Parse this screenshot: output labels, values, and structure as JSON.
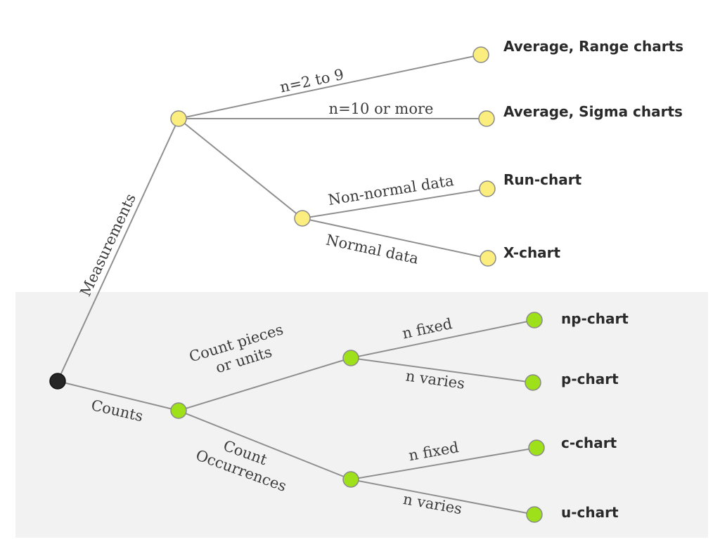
{
  "colors": {
    "measurement_node": "#fbee7e",
    "count_node": "#9ee01a",
    "root_node": "#262626",
    "count_panel": "#f2f2f2",
    "edge": "#8f8f8f"
  },
  "branches": {
    "measurements": "Measurements",
    "counts": "Counts"
  },
  "measurement_edges": {
    "n_2_to_9": "n=2 to 9",
    "n_10_or_more": "n=10 or more",
    "non_normal": "Non-normal data",
    "normal": "Normal data"
  },
  "count_edges": {
    "pieces_line1": "Count pieces",
    "pieces_line2": "or units",
    "occ_line1": "Count",
    "occ_line2": "Occurrences",
    "pieces_fixed": "n fixed",
    "pieces_varies": "n varies",
    "occ_fixed": "n fixed",
    "occ_varies": "n varies"
  },
  "charts": {
    "avg_range": "Average, Range charts",
    "avg_sigma": "Average, Sigma charts",
    "run_chart": "Run-chart",
    "x_chart": "X-chart",
    "np_chart": "np-chart",
    "p_chart": "p-chart",
    "c_chart": "c-chart",
    "u_chart": "u-chart"
  }
}
